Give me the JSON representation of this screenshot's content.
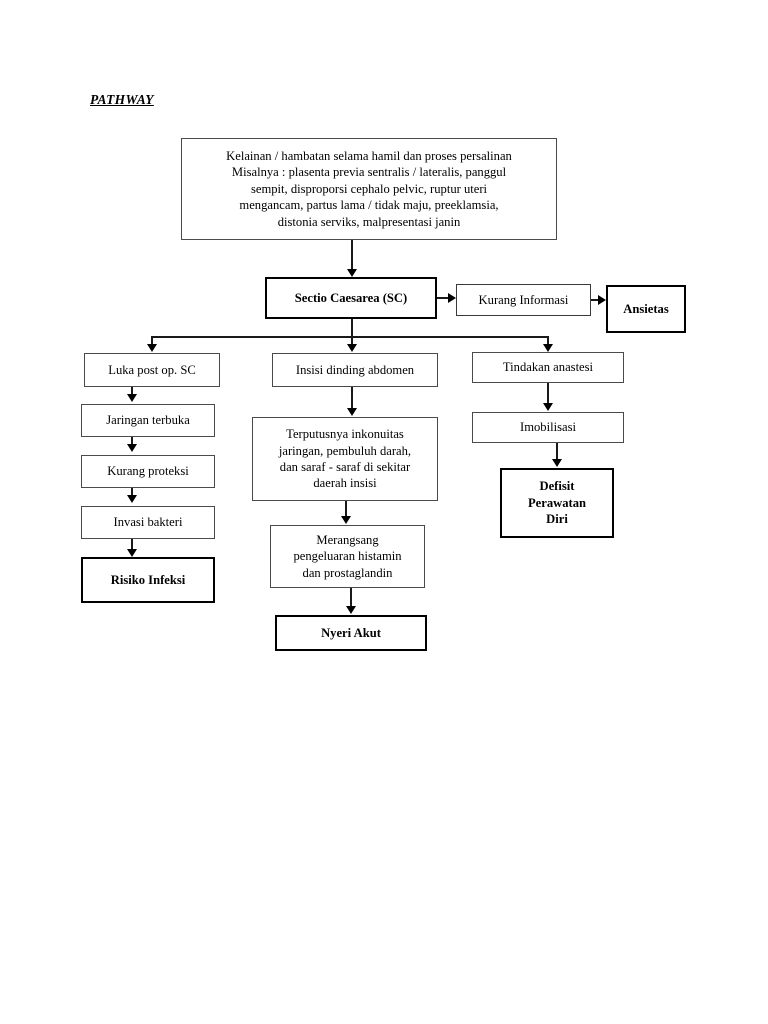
{
  "document": {
    "title": "PATHWAY"
  },
  "nodes": {
    "root": {
      "id": "kelainan",
      "lines": [
        "Kelainan / hambatan selama hamil dan proses persalinan",
        "Misalnya : plasenta previa sentralis / lateralis, panggul",
        "sempit, disproporsi cephalo pelvic, ruptur uteri",
        "mengancam, partus lama / tidak maju, preeklamsia,",
        "distonia serviks, malpresentasi janin"
      ],
      "style": "thin"
    },
    "sc": {
      "id": "sectio-caesarea",
      "lines": [
        "Sectio Caesarea (SC)"
      ],
      "style": "thick"
    },
    "kurang_informasi": {
      "id": "kurang-informasi",
      "lines": [
        "Kurang Informasi"
      ],
      "style": "thin"
    },
    "ansietas": {
      "id": "ansietas",
      "lines": [
        "Ansietas"
      ],
      "style": "thick"
    },
    "luka_post_op": {
      "id": "luka-post-op-sc",
      "lines": [
        "Luka post op. SC"
      ],
      "style": "thin"
    },
    "jaringan_terbuka": {
      "id": "jaringan-terbuka",
      "lines": [
        "Jaringan terbuka"
      ],
      "style": "thin"
    },
    "kurang_proteksi": {
      "id": "kurang-proteksi",
      "lines": [
        "Kurang proteksi"
      ],
      "style": "thin"
    },
    "invasi_bakteri": {
      "id": "invasi-bakteri",
      "lines": [
        "Invasi bakteri"
      ],
      "style": "thin"
    },
    "risiko_infeksi": {
      "id": "risiko-infeksi",
      "lines": [
        "Risiko Infeksi"
      ],
      "style": "thick"
    },
    "insisi_dinding": {
      "id": "insisi-dinding-abdomen",
      "lines": [
        "Insisi dinding abdomen"
      ],
      "style": "thin"
    },
    "terputusnya": {
      "id": "terputusnya-inkonuitas",
      "lines": [
        "Terputusnya inkonuitas",
        "jaringan, pembuluh darah,",
        "dan saraf - saraf di sekitar",
        "daerah insisi"
      ],
      "style": "thin"
    },
    "merangsang": {
      "id": "merangsang-histamin",
      "lines": [
        "Merangsang",
        "pengeluaran histamin",
        "dan prostaglandin"
      ],
      "style": "thin"
    },
    "nyeri_akut": {
      "id": "nyeri-akut",
      "lines": [
        "Nyeri Akut"
      ],
      "style": "thick"
    },
    "tindakan_anastesi": {
      "id": "tindakan-anastesi",
      "lines": [
        "Tindakan anastesi"
      ],
      "style": "thin"
    },
    "imobilisasi": {
      "id": "imobilisasi",
      "lines": [
        "Imobilisasi"
      ],
      "style": "thin"
    },
    "defisit": {
      "id": "defisit-perawatan-diri",
      "lines": [
        "Defisit",
        "Perawatan",
        "Diri"
      ],
      "style": "thick"
    }
  },
  "text": {
    "root_l1": "Kelainan / hambatan selama hamil dan proses persalinan",
    "root_l2": "Misalnya : plasenta previa sentralis / lateralis, panggul",
    "root_l3": "sempit, disproporsi cephalo pelvic, ruptur uteri",
    "root_l4": "mengancam, partus lama / tidak maju, preeklamsia,",
    "root_l5": "distonia serviks, malpresentasi janin",
    "sc": "Sectio Caesarea (SC)",
    "kurang_informasi": "Kurang Informasi",
    "ansietas": "Ansietas",
    "luka_post_op": "Luka post op. SC",
    "jaringan_terbuka": "Jaringan terbuka",
    "kurang_proteksi": "Kurang proteksi",
    "invasi_bakteri": "Invasi bakteri",
    "risiko_infeksi": "Risiko Infeksi",
    "insisi_dinding": "Insisi dinding abdomen",
    "terputusnya_l1": "Terputusnya inkonuitas",
    "terputusnya_l2": "jaringan, pembuluh darah,",
    "terputusnya_l3": "dan saraf - saraf di sekitar",
    "terputusnya_l4": "daerah insisi",
    "merangsang_l1": "Merangsang",
    "merangsang_l2": "pengeluaran histamin",
    "merangsang_l3": "dan prostaglandin",
    "nyeri_akut": "Nyeri Akut",
    "tindakan_anastesi": "Tindakan anastesi",
    "imobilisasi": "Imobilisasi",
    "defisit_l1": "Defisit",
    "defisit_l2": "Perawatan",
    "defisit_l3": "Diri"
  },
  "edges": [
    {
      "from": "kelainan",
      "to": "sectio-caesarea",
      "type": "vertical-arrow"
    },
    {
      "from": "sectio-caesarea",
      "to": "kurang-informasi",
      "type": "horizontal-arrow"
    },
    {
      "from": "kurang-informasi",
      "to": "ansietas",
      "type": "horizontal-arrow"
    },
    {
      "from": "sectio-caesarea",
      "to": "luka-post-op-sc",
      "type": "branch-arrow"
    },
    {
      "from": "sectio-caesarea",
      "to": "insisi-dinding-abdomen",
      "type": "branch-arrow"
    },
    {
      "from": "sectio-caesarea",
      "to": "tindakan-anastesi",
      "type": "branch-arrow"
    },
    {
      "from": "luka-post-op-sc",
      "to": "jaringan-terbuka",
      "type": "vertical-arrow"
    },
    {
      "from": "jaringan-terbuka",
      "to": "kurang-proteksi",
      "type": "vertical-arrow"
    },
    {
      "from": "kurang-proteksi",
      "to": "invasi-bakteri",
      "type": "vertical-arrow"
    },
    {
      "from": "invasi-bakteri",
      "to": "risiko-infeksi",
      "type": "vertical-arrow"
    },
    {
      "from": "insisi-dinding-abdomen",
      "to": "terputusnya-inkonuitas",
      "type": "vertical-arrow"
    },
    {
      "from": "terputusnya-inkonuitas",
      "to": "merangsang-histamin",
      "type": "vertical-arrow"
    },
    {
      "from": "merangsang-histamin",
      "to": "nyeri-akut",
      "type": "vertical-arrow"
    },
    {
      "from": "tindakan-anastesi",
      "to": "imobilisasi",
      "type": "vertical-arrow"
    },
    {
      "from": "imobilisasi",
      "to": "defisit-perawatan-diri",
      "type": "vertical-arrow"
    }
  ],
  "colors": {
    "line": "#1a1a1a",
    "thin_border": "#4a4a4a",
    "thick_border": "#000000",
    "background": "#ffffff",
    "text": "#000000"
  }
}
